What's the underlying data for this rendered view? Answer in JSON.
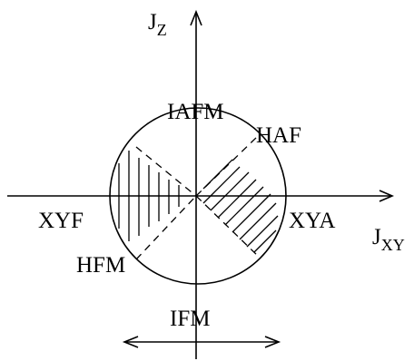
{
  "axes": {
    "vertical": {
      "main": "J",
      "sub": "Z"
    },
    "horizontal": {
      "main": "J",
      "sub": "XY"
    }
  },
  "regions": {
    "top": "IAFM",
    "top_right": "HAF",
    "left": "XYF",
    "right": "XYA",
    "bottom_left": "HFM",
    "bottom": "IFM"
  },
  "colors": {
    "ink": "#000000",
    "background": "#ffffff"
  }
}
